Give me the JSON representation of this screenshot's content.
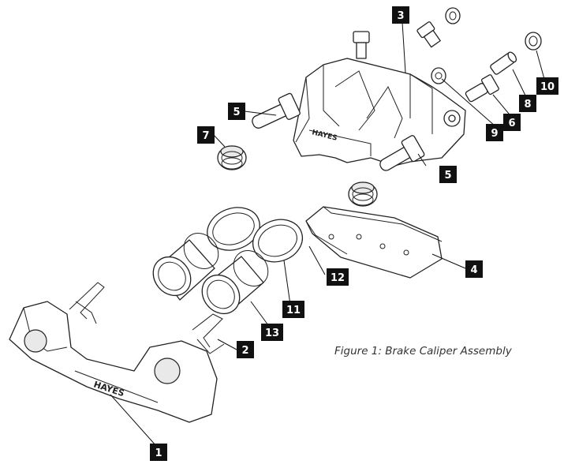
{
  "figure": {
    "caption": "Figure 1: Brake Caliper Assembly",
    "brand_marking": "HAYES"
  },
  "callouts": [
    {
      "id": "1",
      "label": "1"
    },
    {
      "id": "2",
      "label": "2"
    },
    {
      "id": "3",
      "label": "3"
    },
    {
      "id": "4",
      "label": "4"
    },
    {
      "id": "5a",
      "label": "5"
    },
    {
      "id": "5b",
      "label": "5"
    },
    {
      "id": "6",
      "label": "6"
    },
    {
      "id": "7",
      "label": "7"
    },
    {
      "id": "8",
      "label": "8"
    },
    {
      "id": "9",
      "label": "9"
    },
    {
      "id": "10",
      "label": "10"
    },
    {
      "id": "11",
      "label": "11"
    },
    {
      "id": "12",
      "label": "12"
    },
    {
      "id": "13",
      "label": "13"
    }
  ],
  "colors": {
    "callout_fill": "#111111",
    "callout_text": "#ffffff",
    "line": "#222222"
  }
}
